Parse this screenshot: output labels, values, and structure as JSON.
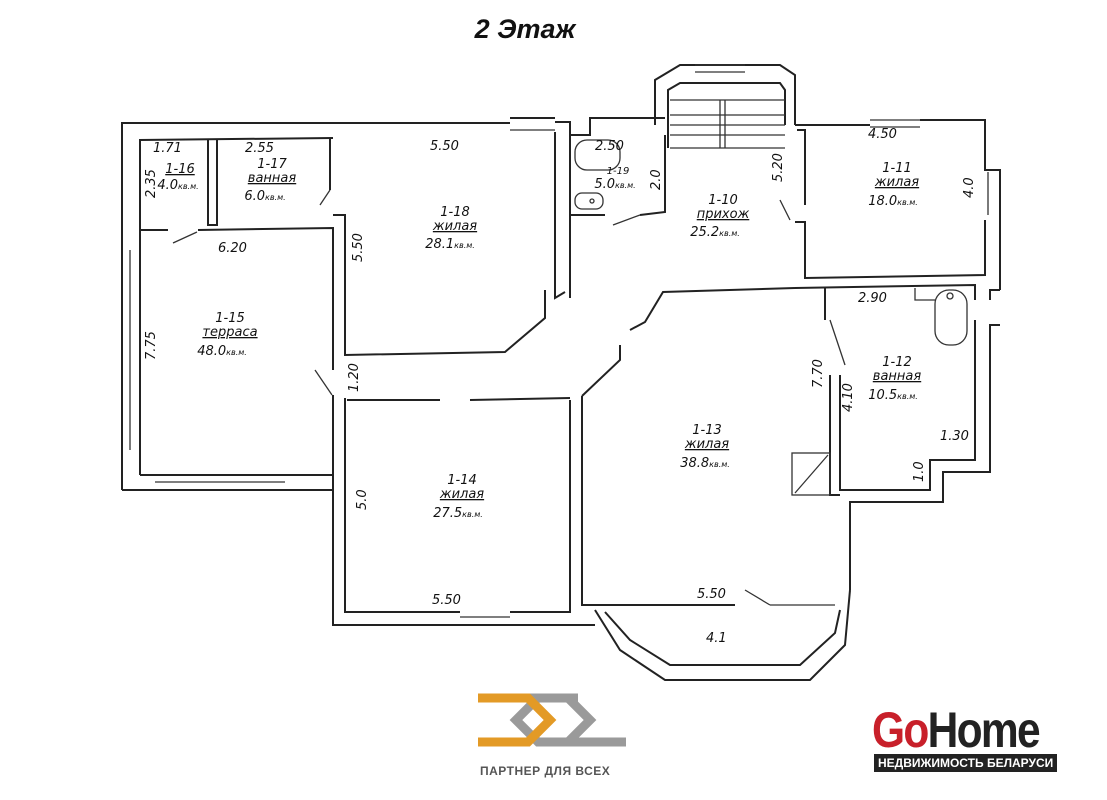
{
  "title": "2 Этаж",
  "unit": "кв.м.",
  "rooms": [
    {
      "id": "1-10",
      "name": "приxож",
      "area": "25.2"
    },
    {
      "id": "1-11",
      "name": "жилая",
      "area": "18.0"
    },
    {
      "id": "1-12",
      "name": "ванная",
      "area": "10.5"
    },
    {
      "id": "1-13",
      "name": "жилая",
      "area": "38.8"
    },
    {
      "id": "1-14",
      "name": "жилая",
      "area": "27.5"
    },
    {
      "id": "1-15",
      "name": "терраса",
      "area": "48.0"
    },
    {
      "id": "1-16",
      "name": "",
      "area": "4.0"
    },
    {
      "id": "1-17",
      "name": "ванная",
      "area": "6.0"
    },
    {
      "id": "1-18",
      "name": "жилая",
      "area": "28.1"
    },
    {
      "id": "1-19",
      "name": "",
      "area": "5.0"
    }
  ],
  "dimensions": [
    "1.71",
    "2.55",
    "2.35",
    "5.50",
    "5.50",
    "6.20",
    "7.75",
    "1.20",
    "5.0",
    "5.50",
    "2.50",
    "2.0",
    "5.20",
    "4.50",
    "4.0",
    "2.90",
    "7.70",
    "4.10",
    "1.30",
    "1.0",
    "5.50",
    "4.1"
  ],
  "logos": {
    "partner_text": "ПАРТНЕР ДЛЯ ВСЕХ",
    "gohome_go": "Go",
    "gohome_home": "Home",
    "gohome_sub": "НЕДВИЖИМОСТЬ БЕЛАРУСИ",
    "colors": {
      "orange": "#e39a26",
      "gray": "#9a9a9a",
      "red": "#c8202a"
    }
  }
}
